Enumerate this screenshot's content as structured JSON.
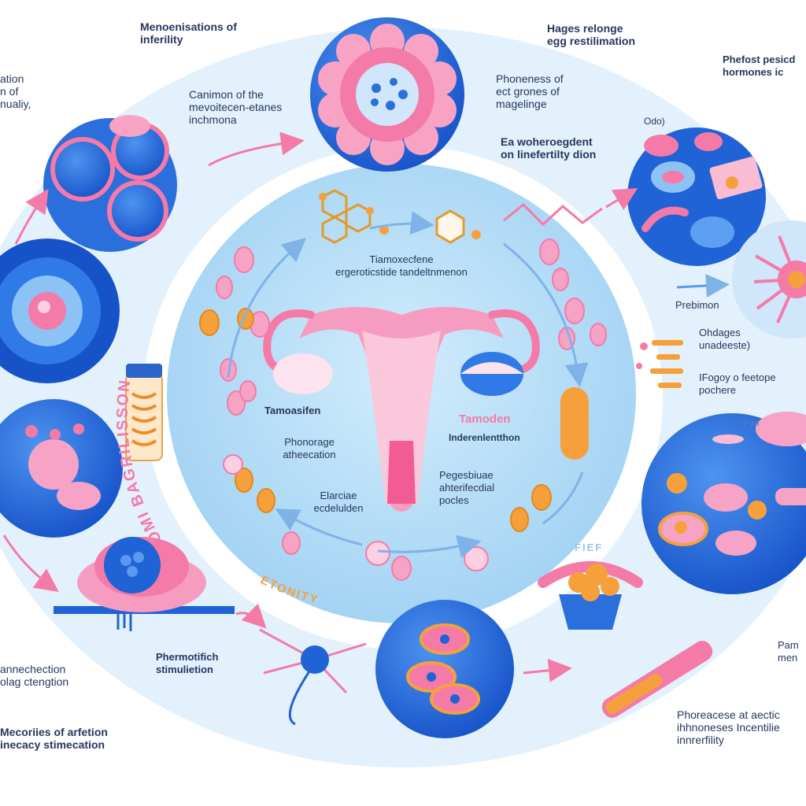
{
  "labels": {
    "top_left_title": "Menoenisations of\ninferility",
    "top_right_title": "Hages relonge\negg restilimation",
    "far_right_top": "Phefost pesicd\nhormones ic",
    "left_top": "ation\nn of\nnualiy,",
    "upper_left_mid": "Canimon of the\nmevoitecen-etanes\ninchmona",
    "upper_center_right": "Phoneness of\nect grones of\nmagelinge",
    "ovary_note": "Ea woheroegdent\non linefertilty dion",
    "odo": "Odo)",
    "center_title": "Tiamoxecfene\nergeroticstide tandeltnmenon",
    "left_organ_label": "Tamoasifen",
    "right_organ_label": "Tamoden",
    "right_organ_sub": "Inderenlentthon",
    "left_sub": "Phonorage\natheecation",
    "bottom_left_center": "Elarciae\necdelulden",
    "bottom_right_center": "Pegesbiuae\nahterifecdial\npocles",
    "prebimon": "Prebimon",
    "ohdages": "Ohdages\nunadeeste)",
    "ifogoy": "IFogoy o feetope\npochere",
    "pan": "Pan",
    "bottom_center_left": "Phermotifich\nstimulietion",
    "left_lower": "annechection\nolag ctengtion",
    "bottom_left": "Mecoriies of arfetion\ninecacy stimecation",
    "bottom_right": "Phoreacese at aectic\nihhnoneses Incentilie\ninnrerfility",
    "far_right_bottom": "Pam\nmen"
  },
  "arc_text": {
    "left": "NOMI BAGRILISSON",
    "bottom": "ETONITY",
    "right": "FIEF"
  },
  "colors": {
    "outer_ring": "#e3f1fc",
    "inner_disc": "#bde0f7",
    "pink": "#f47aa8",
    "blue": "#1f63d6",
    "orange": "#f6a03c"
  }
}
